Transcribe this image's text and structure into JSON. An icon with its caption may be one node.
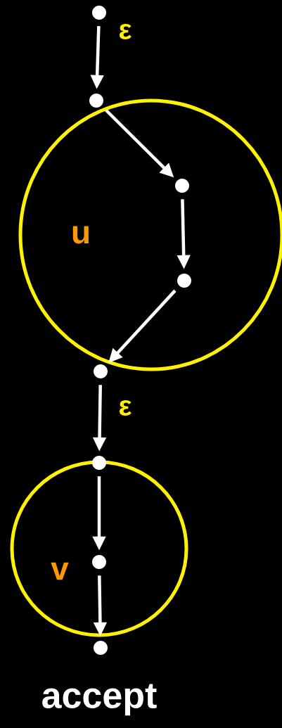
{
  "diagram": {
    "nodes": [
      {
        "text": [],
        "shape": "circle"
      },
      {
        "text": [],
        "shape": "circle"
      },
      {
        "text": [
          "u"
        ]
      },
      {
        "text": [],
        "shape": "circle",
        "in": 2
      },
      {
        "text": [],
        "shape": "circle",
        "in": 2
      },
      {
        "text": [],
        "shape": "circle"
      },
      {
        "text": [],
        "shape": "circle"
      },
      {
        "text": [
          "v"
        ]
      },
      {
        "text": [],
        "shape": "circle",
        "in": 7
      },
      {
        "text": [],
        "shape": "circle",
        "beside": [
          "accept"
        ]
      }
    ],
    "edges": [
      {
        "from": 0,
        "to": 1,
        "arrow": "to",
        "label": "ε"
      },
      {
        "from": 1,
        "to": 3,
        "arrow": "to"
      },
      {
        "from": 3,
        "to": 4,
        "arrow": "to"
      },
      {
        "from": 4,
        "to": 5,
        "arrow": "to"
      },
      {
        "from": 5,
        "to": 6,
        "arrow": "to",
        "label": "ε"
      },
      {
        "from": 6,
        "to": 8,
        "arrow": "to"
      },
      {
        "from": 8,
        "to": 9,
        "arrow": "to"
      }
    ]
  }
}
